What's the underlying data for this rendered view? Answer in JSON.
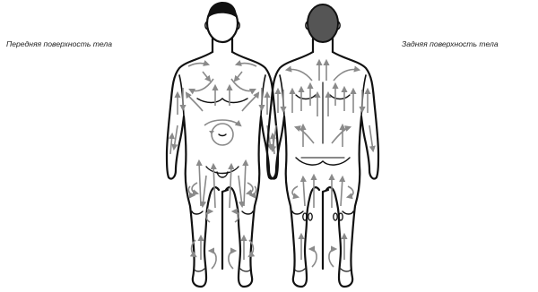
{
  "labels": {
    "front": "Передняя поверхность тела",
    "back": "Задняя поверхность тела"
  },
  "colors": {
    "outline": "#111111",
    "arrows": "#8a8a8a",
    "back_hair": "#555555",
    "background": "#ffffff"
  },
  "figures": [
    {
      "view": "front",
      "hair": "outline-only"
    },
    {
      "view": "back",
      "hair": "filled"
    }
  ]
}
